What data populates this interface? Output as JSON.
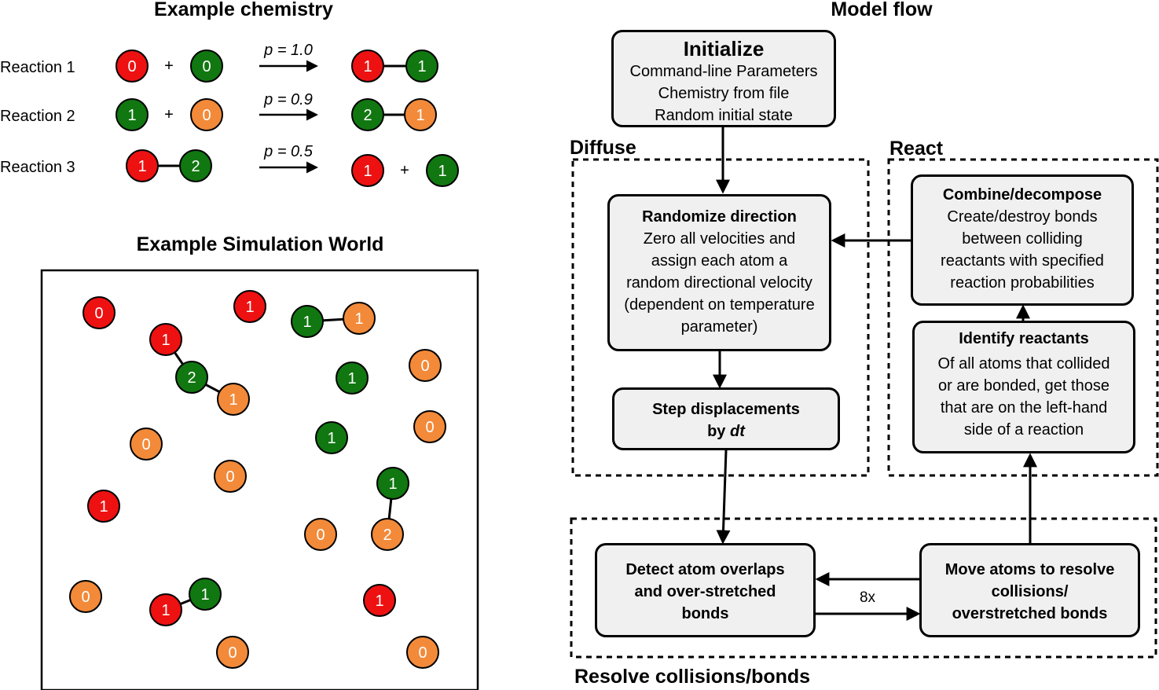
{
  "colors": {
    "red": "#ee1111",
    "green": "#117711",
    "orange": "#f28a3a",
    "box_fill": "#f0f0f0"
  },
  "chemistry": {
    "title": "Example chemistry",
    "reactions": [
      {
        "label": "Reaction 1",
        "prob": "p = 1.0",
        "lhs": [
          {
            "v": "0",
            "c": "red"
          },
          "+",
          {
            "v": "0",
            "c": "green"
          }
        ],
        "rhs_bonded": true,
        "rhs": [
          {
            "v": "1",
            "c": "red"
          },
          {
            "v": "1",
            "c": "green"
          }
        ]
      },
      {
        "label": "Reaction 2",
        "prob": "p = 0.9",
        "lhs": [
          {
            "v": "1",
            "c": "green"
          },
          "+",
          {
            "v": "0",
            "c": "orange"
          }
        ],
        "rhs_bonded": true,
        "rhs": [
          {
            "v": "2",
            "c": "green"
          },
          {
            "v": "1",
            "c": "orange"
          }
        ]
      },
      {
        "label": "Reaction 3",
        "prob": "p = 0.5",
        "lhs_bonded": true,
        "lhs": [
          {
            "v": "1",
            "c": "red"
          },
          {
            "v": "2",
            "c": "green"
          }
        ],
        "rhs_bonded": false,
        "rhs": [
          {
            "v": "1",
            "c": "red"
          },
          "+",
          {
            "v": "1",
            "c": "green"
          }
        ]
      }
    ]
  },
  "world": {
    "title": "Example Simulation World",
    "atoms": [
      {
        "v": "0",
        "c": "red"
      },
      {
        "v": "1",
        "c": "red"
      },
      {
        "v": "1",
        "c": "green"
      },
      {
        "v": "1",
        "c": "orange"
      },
      {
        "v": "1",
        "c": "red"
      },
      {
        "v": "2",
        "c": "green"
      },
      {
        "v": "1",
        "c": "orange"
      },
      {
        "v": "0",
        "c": "orange"
      },
      {
        "v": "1",
        "c": "green"
      },
      {
        "v": "0",
        "c": "orange"
      },
      {
        "v": "0",
        "c": "orange"
      },
      {
        "v": "1",
        "c": "green"
      },
      {
        "v": "0",
        "c": "orange"
      },
      {
        "v": "1",
        "c": "green"
      },
      {
        "v": "1",
        "c": "red"
      },
      {
        "v": "0",
        "c": "orange"
      },
      {
        "v": "2",
        "c": "orange"
      },
      {
        "v": "0",
        "c": "orange"
      },
      {
        "v": "1",
        "c": "green"
      },
      {
        "v": "1",
        "c": "red"
      },
      {
        "v": "1",
        "c": "red"
      },
      {
        "v": "0",
        "c": "orange"
      },
      {
        "v": "0",
        "c": "orange"
      }
    ]
  },
  "flow": {
    "title": "Model flow",
    "initialize": {
      "title": "Initialize",
      "lines": [
        "Command-line Parameters",
        "Chemistry from file",
        "Random initial state"
      ]
    },
    "diffuse": {
      "label": "Diffuse"
    },
    "react": {
      "label": "React"
    },
    "resolve": {
      "label": "Resolve collisions/bonds"
    },
    "randomize": {
      "title": "Randomize direction",
      "lines": [
        "Zero all velocities and",
        "assign each atom a",
        "random directional velocity",
        "(dependent on temperature",
        "parameter)"
      ]
    },
    "step": {
      "line1": "Step displacements",
      "line2": "by ",
      "line2_italic": "dt"
    },
    "combine": {
      "title": "Combine/decompose",
      "lines": [
        "Create/destroy bonds",
        "between colliding",
        "reactants with specified",
        "reaction probabilities"
      ]
    },
    "identify": {
      "title": "Identify reactants",
      "lines": [
        "Of all atoms that collided",
        "or are bonded, get those",
        "that are on the left-hand",
        "side of a reaction"
      ]
    },
    "detect": {
      "lines": [
        "Detect atom overlaps",
        "and over-stretched",
        "bonds"
      ]
    },
    "move": {
      "lines": [
        "Move atoms to resolve",
        "collisions/",
        "overstretched bonds"
      ]
    },
    "loop_label": "8x"
  }
}
